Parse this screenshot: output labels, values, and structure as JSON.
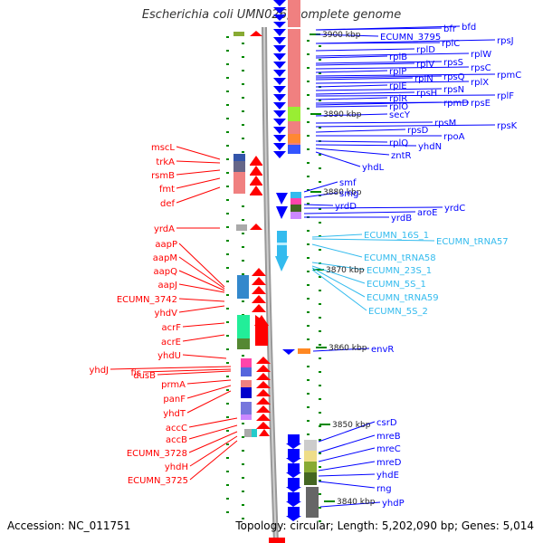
{
  "title": "Escherichia coli UMN026, complete genome",
  "footer": {
    "accession": "Accession: NC_011751",
    "summary": "Topology: circular; Length: 5,202,090 bp; Genes: 5,014"
  },
  "colors": {
    "plus_strand": "#ff0000",
    "minus_strand": "#0000ff",
    "rna": "#33bbee",
    "backbone": "#999999",
    "tick": "#008800"
  },
  "ruler": [
    {
      "label": "3900 kbp"
    },
    {
      "label": "3890 kbp"
    },
    {
      "label": "3880 kbp"
    },
    {
      "label": "3870 kbp"
    },
    {
      "label": "3860 kbp"
    },
    {
      "label": "3850 kbp"
    },
    {
      "label": "3840 kbp"
    }
  ],
  "genes_left": [
    "mscL",
    "trkA",
    "rsmB",
    "fmt",
    "def",
    "yrdA",
    "aapP",
    "aapM",
    "aapQ",
    "aapJ",
    "ECUMN_3742",
    "yhdV",
    "acrF",
    "acrE",
    "yhdU",
    "yhdJ",
    "fis",
    "dusB",
    "prmA",
    "panF",
    "yhdT",
    "accC",
    "accB",
    "ECUMN_3728",
    "yhdH",
    "ECUMN_3725"
  ],
  "genes_right_minus": [
    "bfr",
    "bfd",
    "ECUMN_3795",
    "rplC",
    "rpsJ",
    "rplD",
    "rplW",
    "rplB",
    "rpsS",
    "rplV",
    "rpsC",
    "rplP",
    "rpsQ",
    "rpmC",
    "rplN",
    "rplX",
    "rplE",
    "rpsN",
    "rpsH",
    "rplF",
    "rplR",
    "rpsE",
    "rplO",
    "rpmD",
    "secY",
    "rpsM",
    "rpsK",
    "rpsD",
    "rpoA",
    "rplQ",
    "yhdN",
    "zntR",
    "yhdL",
    "smf",
    "smg",
    "yrdD",
    "yrdC",
    "aroE",
    "yrdB",
    "envR",
    "csrD",
    "mreB",
    "mreC",
    "mreD",
    "yhdE",
    "rng",
    "yhdP"
  ],
  "genes_right_rna": [
    "ECUMN_16S_1",
    "ECUMN_tRNA57",
    "ECUMN_tRNA58",
    "ECUMN_23S_1",
    "ECUMN_5S_1",
    "ECUMN_tRNA59",
    "ECUMN_5S_2"
  ]
}
